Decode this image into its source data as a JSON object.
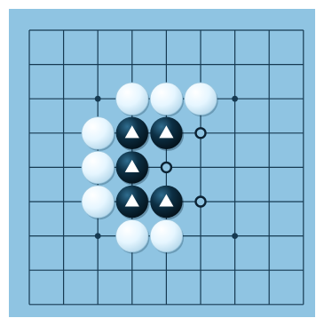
{
  "board": {
    "size": 9,
    "background_color": "#8fc4e2",
    "line_color": "#163a52",
    "star_points": [
      [
        2,
        2
      ],
      [
        6,
        2
      ],
      [
        2,
        6
      ],
      [
        6,
        6
      ]
    ],
    "white_stones": [
      [
        3,
        2
      ],
      [
        4,
        2
      ],
      [
        5,
        2
      ],
      [
        2,
        3
      ],
      [
        2,
        4
      ],
      [
        2,
        5
      ],
      [
        3,
        6
      ],
      [
        4,
        6
      ]
    ],
    "black_stones": [
      [
        3,
        3
      ],
      [
        4,
        3
      ],
      [
        3,
        4
      ],
      [
        3,
        5
      ],
      [
        4,
        5
      ]
    ],
    "triangle_marked": [
      [
        3,
        3
      ],
      [
        4,
        3
      ],
      [
        3,
        4
      ],
      [
        3,
        5
      ],
      [
        4,
        5
      ]
    ],
    "circle_marks": [
      [
        5,
        3
      ],
      [
        4,
        4
      ],
      [
        5,
        5
      ]
    ],
    "white_stone_color": "#e6f6ff",
    "black_stone_color": "#0c2f44",
    "triangle_color": "#ffffff",
    "circle_mark_color": "#0b2233"
  }
}
